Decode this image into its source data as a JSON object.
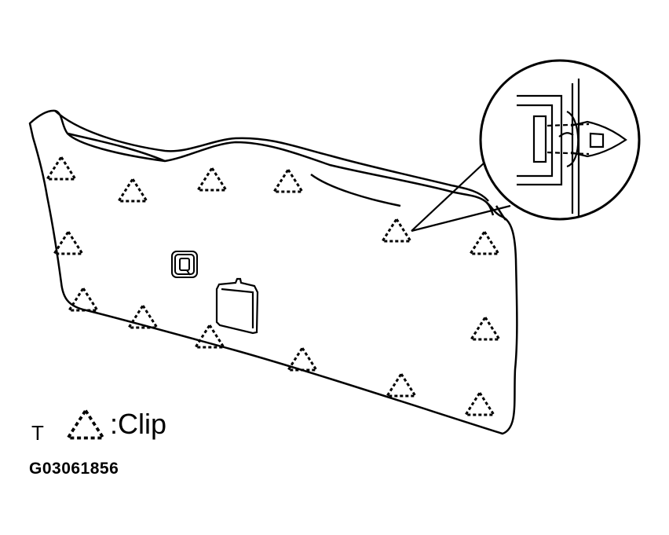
{
  "legend": {
    "prefix": "T",
    "symbol": "dashed-triangle-icon",
    "label": ":Clip"
  },
  "figure_id": "G03061856",
  "colors": {
    "line": "#000000",
    "background": "#ffffff"
  }
}
